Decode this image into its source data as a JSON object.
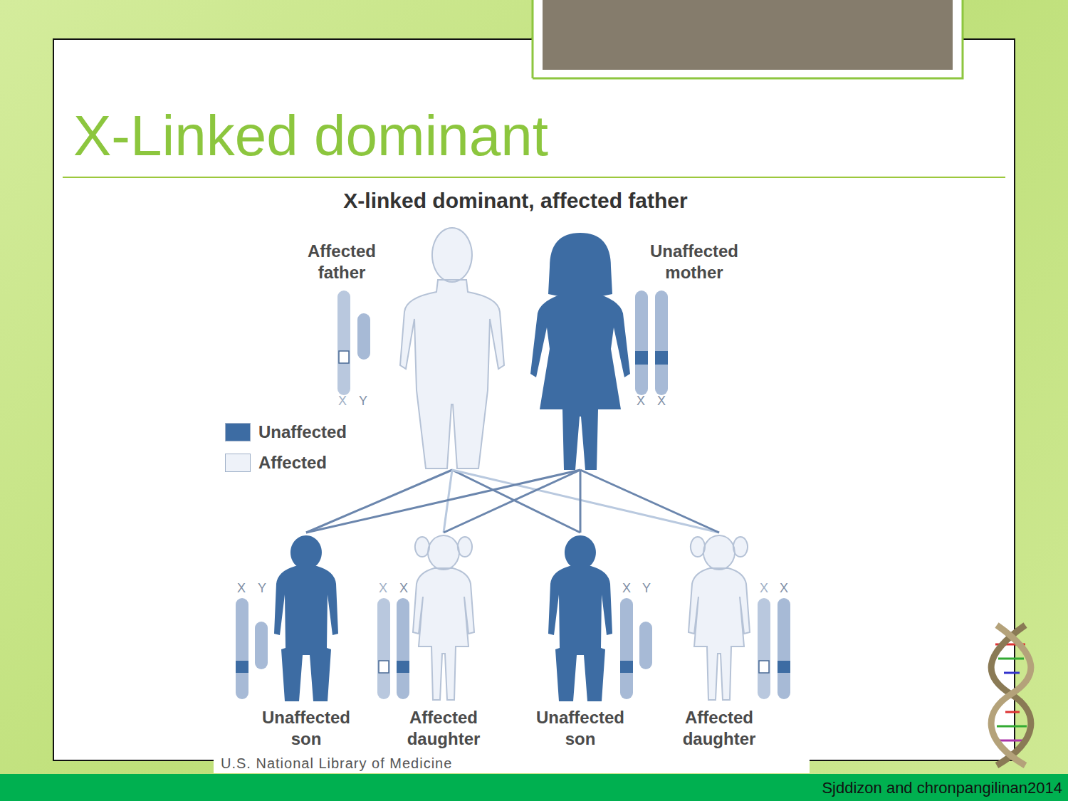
{
  "diagram": {
    "title": "X-Linked dominant",
    "nodes": [
      {
        "text": [
          "Affected father"
        ]
      },
      {
        "text": [
          "Unaffected mother"
        ]
      },
      {
        "text": [
          "Unaffected son"
        ]
      },
      {
        "text": [
          "Affected daughter"
        ]
      },
      {
        "text": [
          "Unaffected son"
        ]
      },
      {
        "text": [
          "Affected daughter"
        ]
      }
    ],
    "edges": [
      {
        "from": 0,
        "to": 2,
        "arrow": "none"
      },
      {
        "from": 0,
        "to": 3,
        "arrow": "none"
      },
      {
        "from": 0,
        "to": 4,
        "arrow": "none"
      },
      {
        "from": 0,
        "to": 5,
        "arrow": "none"
      },
      {
        "from": 1,
        "to": 2,
        "arrow": "none"
      },
      {
        "from": 1,
        "to": 3,
        "arrow": "none"
      },
      {
        "from": 1,
        "to": 4,
        "arrow": "none"
      },
      {
        "from": 1,
        "to": 5,
        "arrow": "none"
      }
    ],
    "labels": [
      "X-linked dominant, affected father",
      "X",
      "Y",
      "X",
      "X",
      "X",
      "Y",
      "X",
      "X",
      "X",
      "Y",
      "X",
      "X",
      "U.S. National Library of Medicine",
      "Sjddizon and chronpangilinan2014"
    ],
    "legend": [
      {
        "text": "Unaffected",
        "color": "#3d6ca3"
      },
      {
        "text": "Affected",
        "color": "#eef2f9"
      }
    ]
  }
}
